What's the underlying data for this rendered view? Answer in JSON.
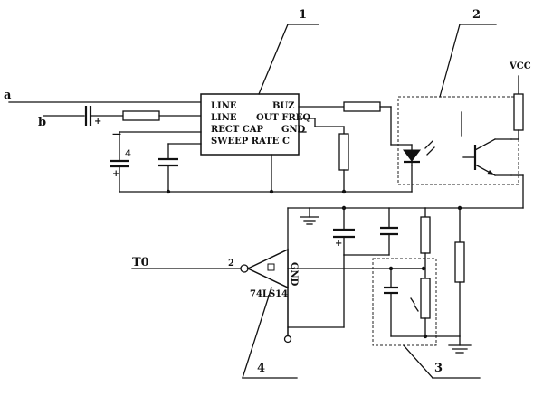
{
  "labels": {
    "input_a": "a",
    "input_b": "b",
    "input_t0": "T0",
    "vcc": "VCC",
    "ic_pin_line1": "LINE",
    "ic_pin_line2": "LINE",
    "ic_pin_rect_cap": "RECT CAP",
    "ic_pin_sweep_rate": "SWEEP RATE",
    "ic_pin_buz": "BUZ",
    "ic_pin_out_freq": "OUT FREQ",
    "ic_pin_gnd": "GND",
    "ic_pin_c": "C",
    "cap4_polarity": "+",
    "cap_in_polarity": "+",
    "cap_mid_polarity": "+",
    "gate_pin": "2",
    "gate_pin_gnd": "GND",
    "gate_part": "74LS14",
    "cap_in_dash": "—",
    "cap_small_label": "4",
    "callout_1": "1",
    "callout_2": "2",
    "callout_3": "3",
    "callout_4": "4"
  }
}
